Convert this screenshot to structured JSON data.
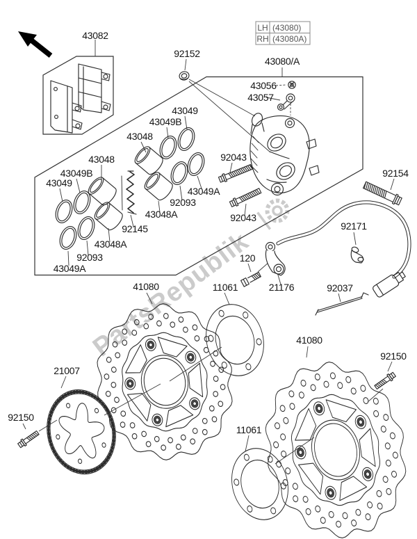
{
  "colors": {
    "line": "#2b2b2b",
    "label": "#141414",
    "legend_text": "#555555",
    "watermark": "#cbcbcb",
    "rivet_fill": "#4a4a4a"
  },
  "icons": {
    "direction_arrow": "up-left-arrow",
    "watermark_logo": "gear-icon"
  },
  "watermark": {
    "text": "PartsRepublik"
  },
  "legend": {
    "col1": [
      "LH",
      "RH"
    ],
    "col2": [
      "(43080)",
      "(43080A)"
    ]
  },
  "labels": {
    "pads": "43082",
    "grommet": "92152",
    "caliper_assy": "43080/A",
    "cap": "43056",
    "joint": "43057",
    "seal49_u": "43049",
    "seal49b_u": "43049B",
    "piston_u": "43048",
    "bolt92043_a": "92043",
    "bolt92154": "92154",
    "seal49b_l": "43049B",
    "seal49_l": "43049",
    "piston_l": "43048",
    "seal49a_r": "43049A",
    "seal92093_r": "92093",
    "piston48a_r": "43048A",
    "bolt92043_b": "92043",
    "spring": "92145",
    "piston48a_b": "43048A",
    "seal92093_b": "92093",
    "seal49a_b": "43049A",
    "clamp": "92171",
    "disc_l": "41080",
    "gasket_u": "11061",
    "bolt120": "120",
    "sensor": "21176",
    "rod": "92037",
    "disc_r": "41080",
    "bolt92150_r": "92150",
    "absring": "21007",
    "bolt92150_l": "92150",
    "gasket_l": "11061"
  }
}
